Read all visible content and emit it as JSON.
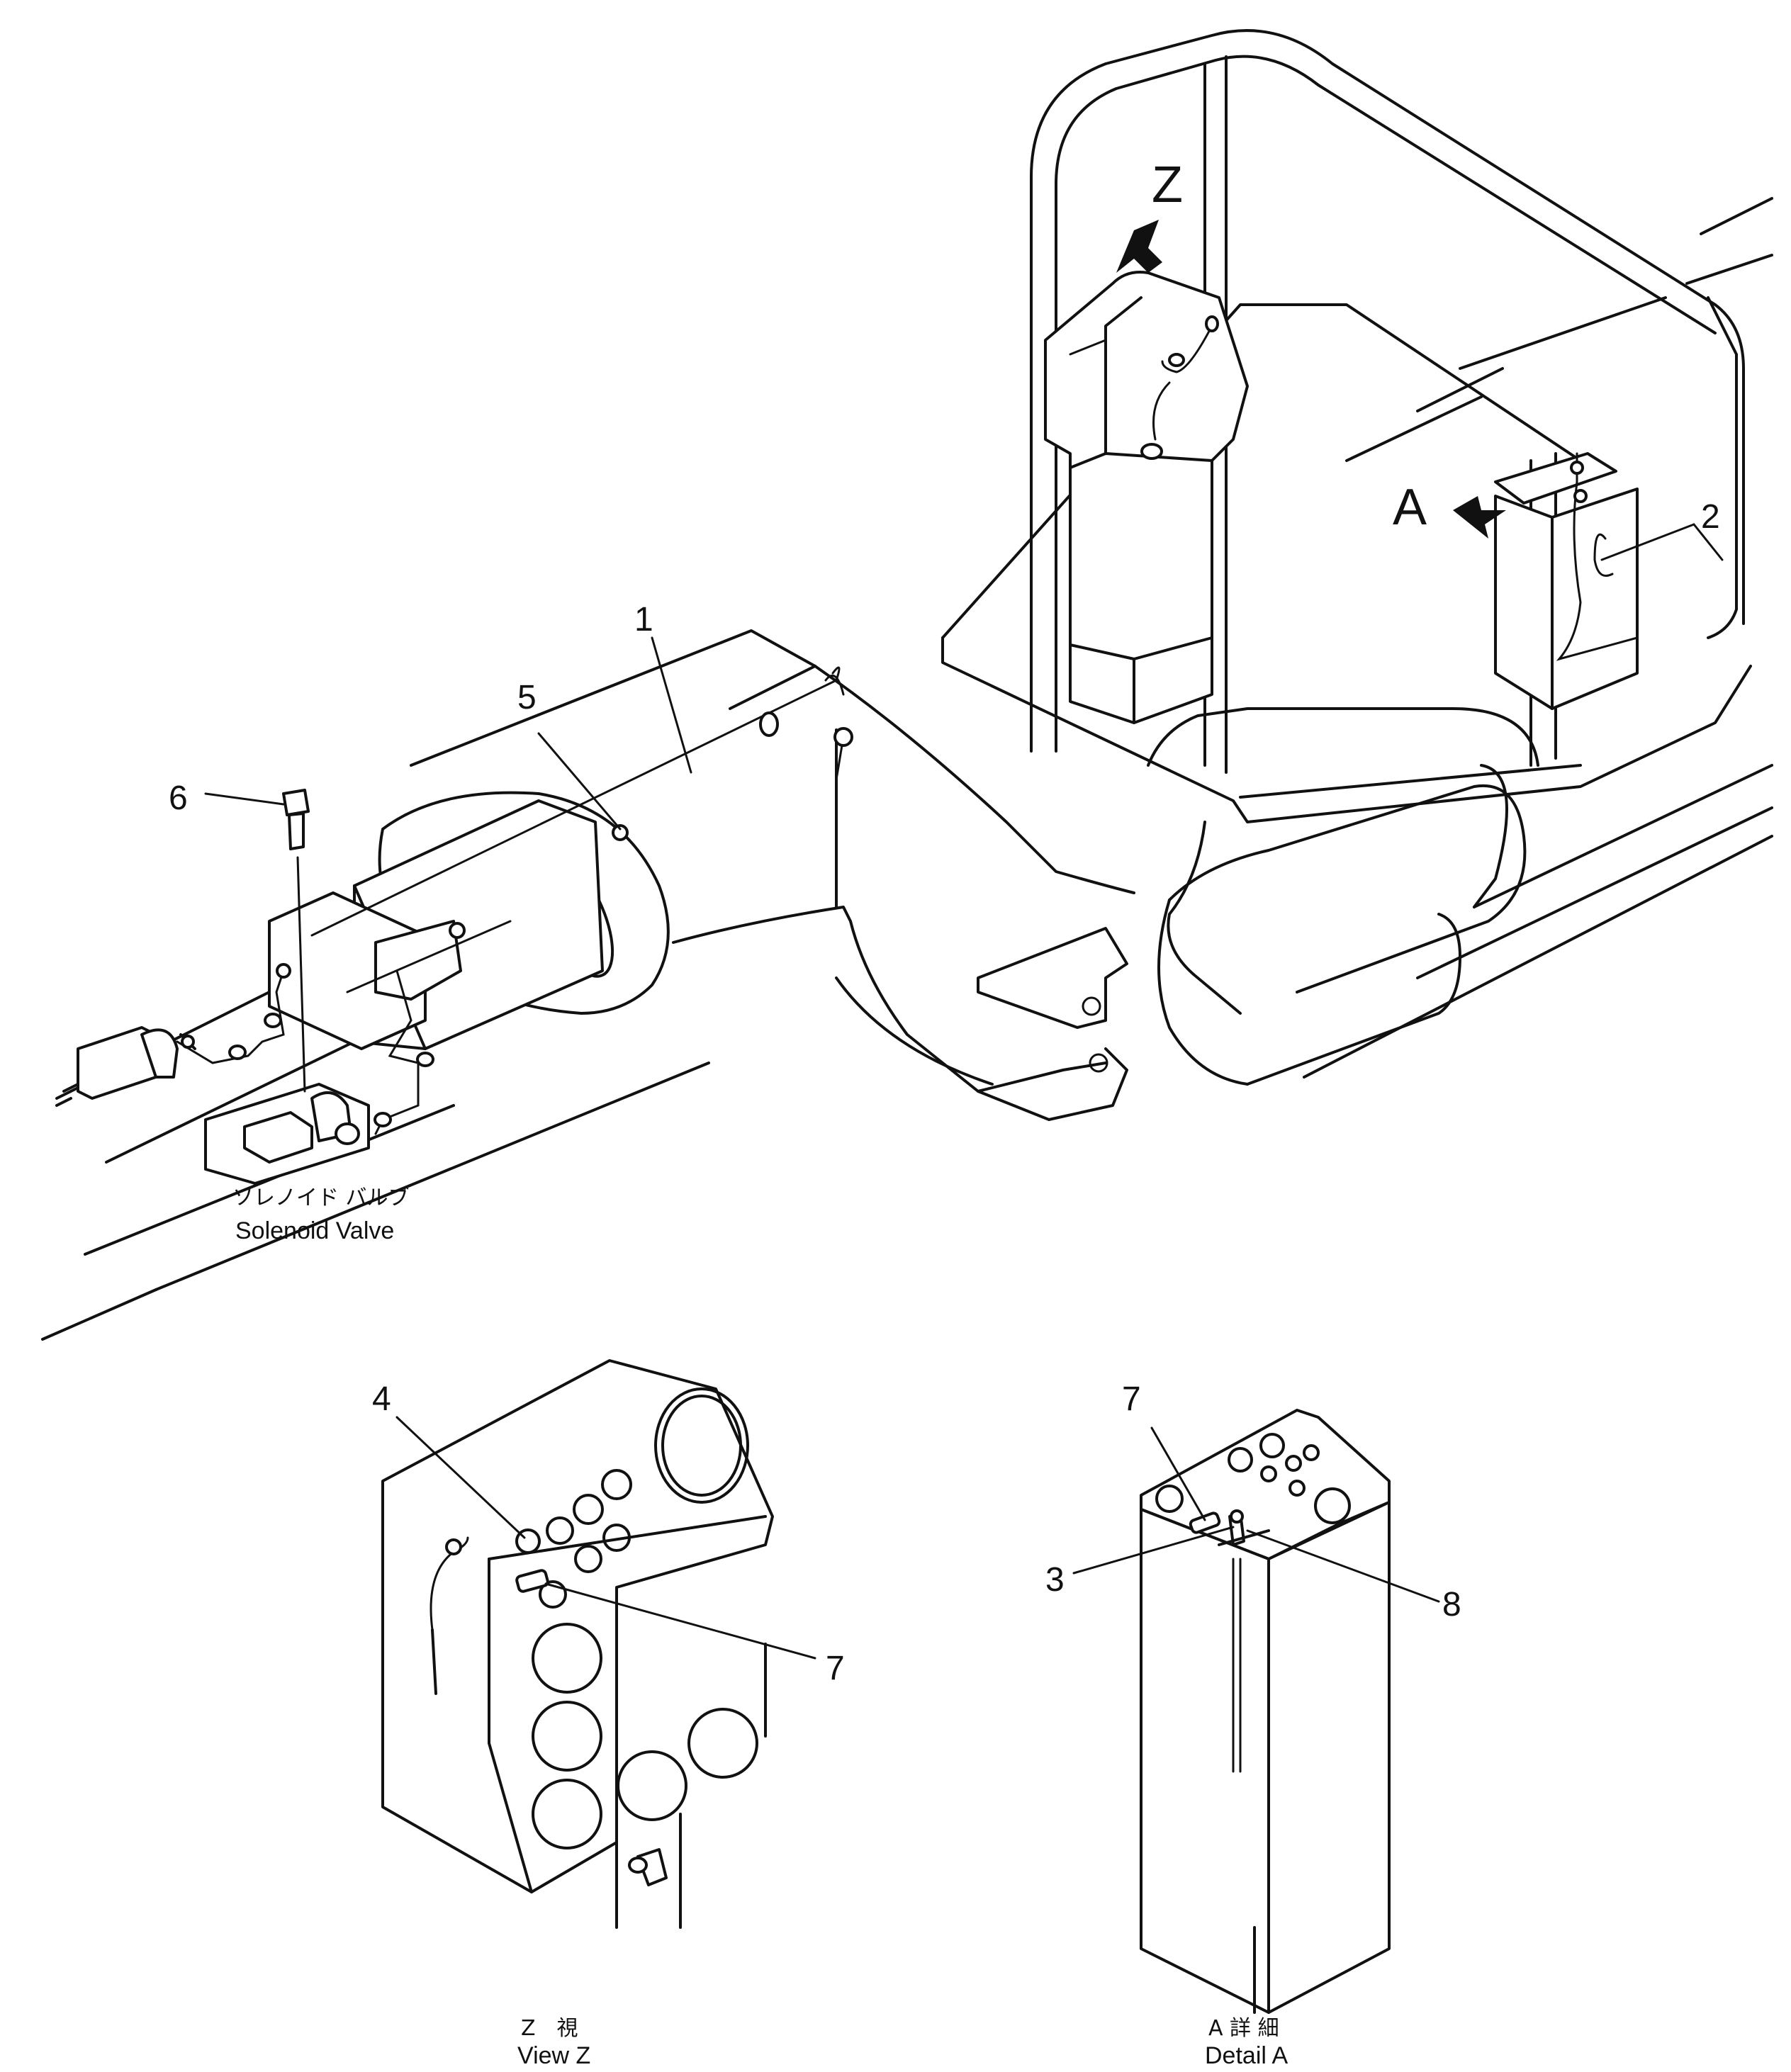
{
  "callouts": {
    "c1": "1",
    "c2": "2",
    "c3": "3",
    "c4": "4",
    "c5": "5",
    "c6": "6",
    "c7a": "7",
    "c7b": "7",
    "c8": "8"
  },
  "view_markers": {
    "z": "Z",
    "a": "A"
  },
  "captions": {
    "solenoid_jp": "ソレノイド バルブ",
    "solenoid_en": "Solenoid Valve",
    "view_z_jp": "Z　視",
    "view_z_en": "View Z",
    "detail_a_jp": "A 詳 細",
    "detail_a_en": "Detail A"
  }
}
